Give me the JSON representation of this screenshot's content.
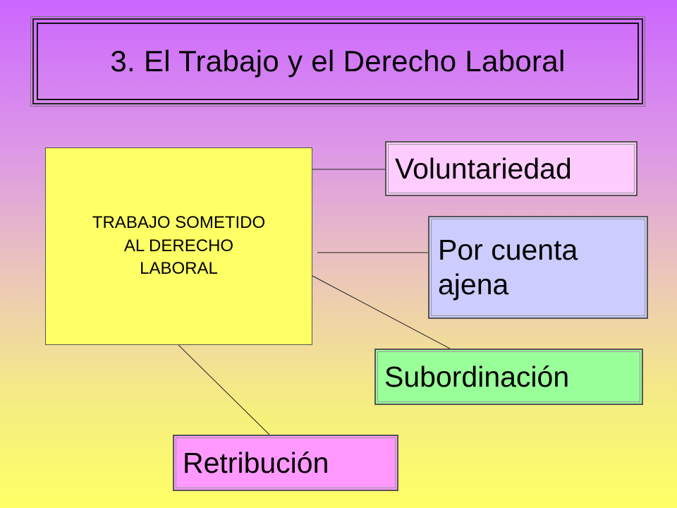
{
  "slide": {
    "title": "3. El Trabajo y el Derecho Laboral",
    "central_box": {
      "label": "TRABAJO SOMETIDO\nAL DERECHO\nLABORAL",
      "color": "#ffff66"
    },
    "attributes": [
      {
        "label": "Voluntariedad",
        "color": "#ffccff"
      },
      {
        "label": "Por cuenta\najena",
        "color": "#ccccff"
      },
      {
        "label": "Subordinación",
        "color": "#99ff99"
      },
      {
        "label": "Retribución",
        "color": "#ff99ff"
      }
    ],
    "background_gradient": [
      "#cc66ff",
      "#ffff66"
    ]
  }
}
